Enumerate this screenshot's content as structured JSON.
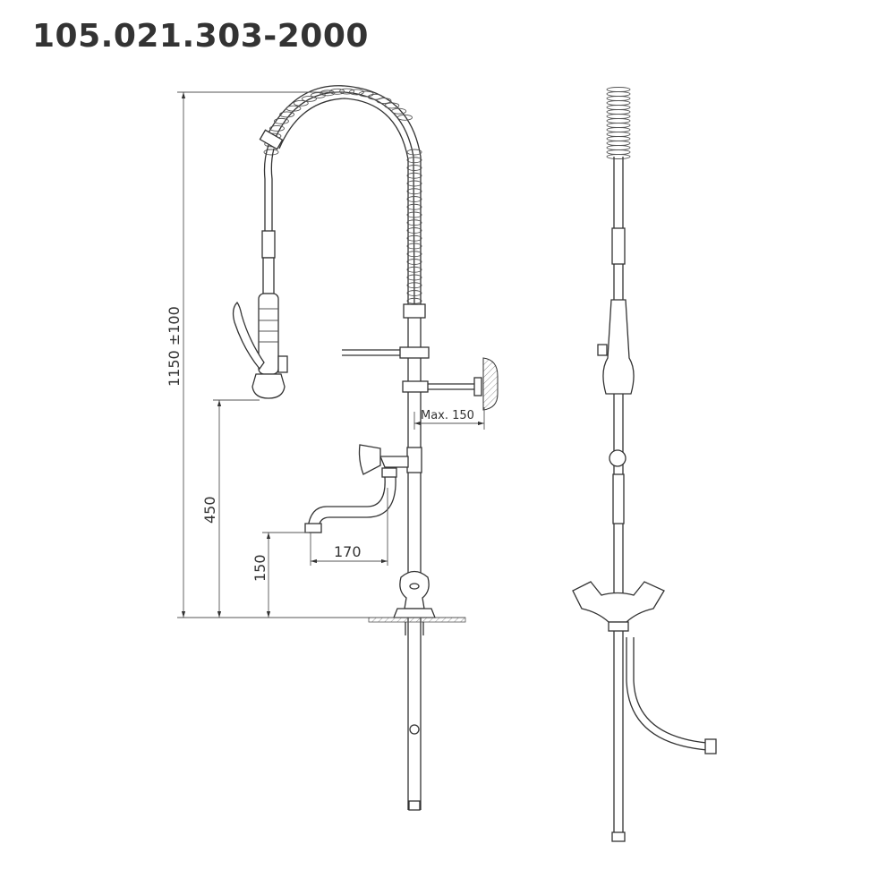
{
  "title": "105.021.303-2000",
  "dimensions": {
    "total_height": "1150 ±100",
    "shower_height": "450",
    "spout_height": "150",
    "spout_reach": "170",
    "wall_distance": "Max. 150"
  }
}
